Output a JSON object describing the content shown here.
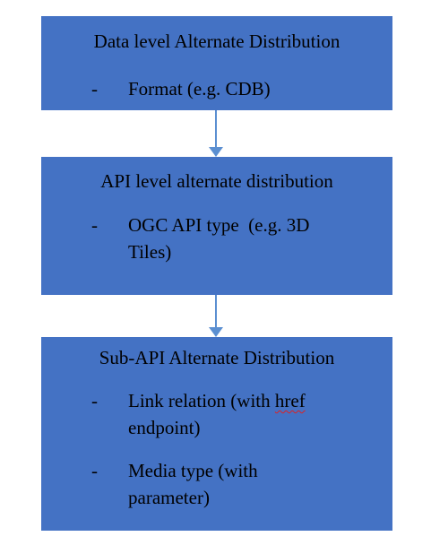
{
  "boxes": [
    {
      "title": "Data level Alternate Distribution",
      "items": [
        {
          "dash": "-",
          "text": "Format (e.g. CDB)"
        }
      ]
    },
    {
      "title": "API level alternate distribution",
      "items": [
        {
          "dash": "-",
          "text_line1": "OGC API type  (e.g. 3D",
          "text_line2": "Tiles)"
        }
      ]
    },
    {
      "title": "Sub-API Alternate Distribution",
      "items": [
        {
          "dash": "-",
          "text_pre": "Link relation (with ",
          "text_flagged": "href",
          "text_line2": "endpoint)"
        },
        {
          "dash": "-",
          "text_line1": "Media type (with",
          "text_line2": "parameter)"
        }
      ]
    }
  ],
  "colors": {
    "box_fill": "#4472c4",
    "arrow": "#5b8fd1",
    "spellcheck_underline": "#e02020"
  }
}
